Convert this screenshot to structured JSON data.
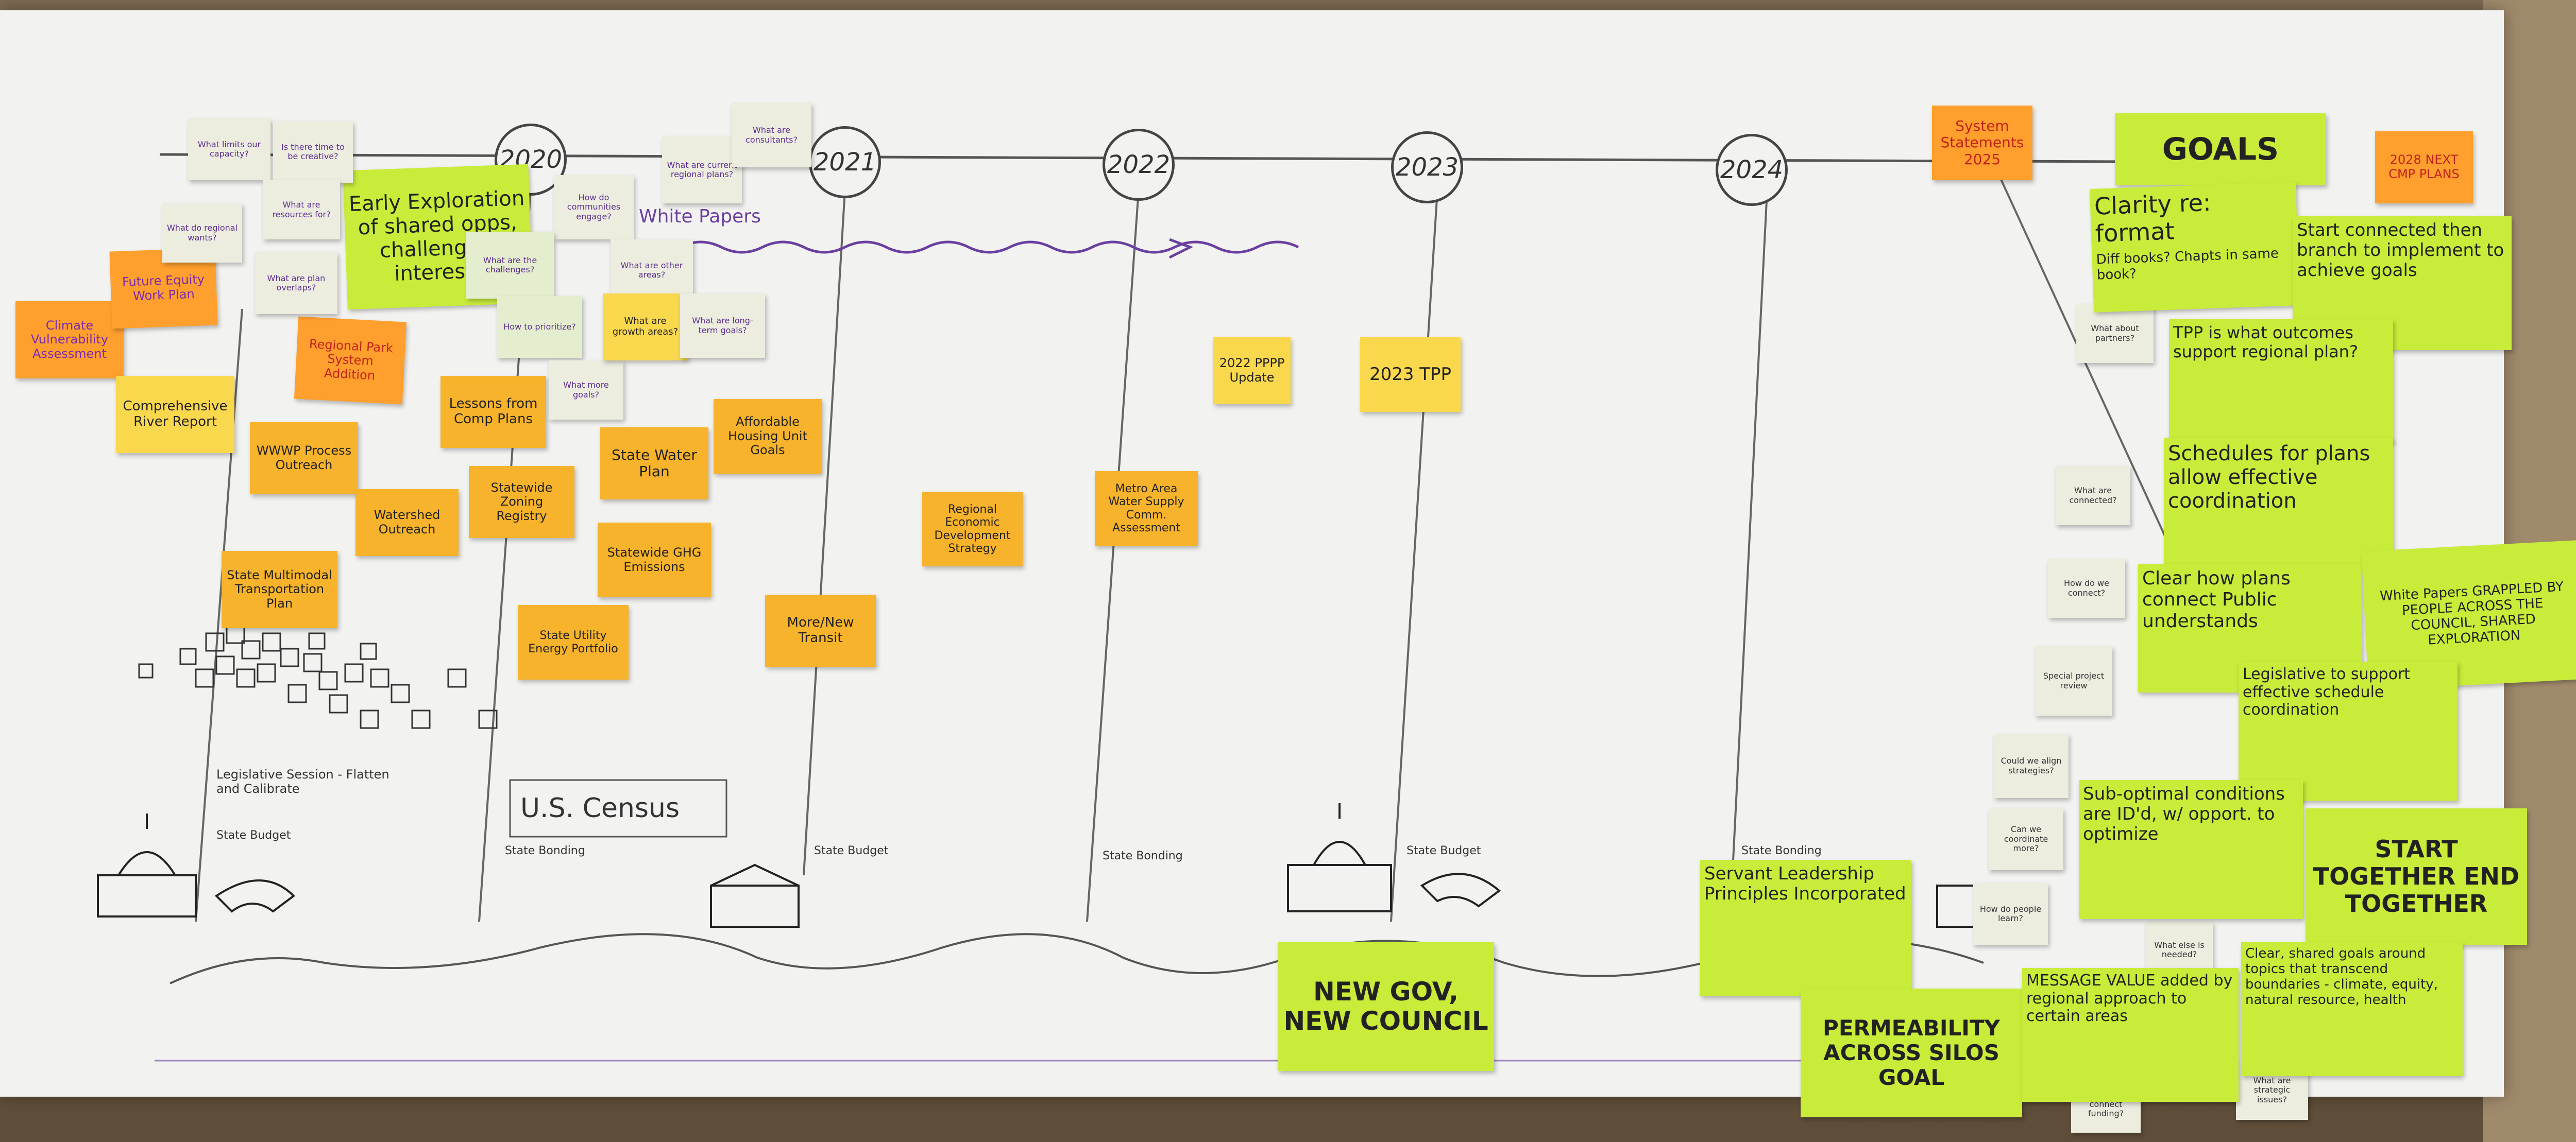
{
  "years": [
    "2020",
    "2021",
    "2022",
    "2023",
    "2024"
  ],
  "goals_title": "GOALS",
  "timeline_labels": {
    "white_papers": "White Papers",
    "us_census": "U.S. Census",
    "legislative": "Legislative Session - Flatten and Calibrate",
    "state_budget_1": "State Budget",
    "state_bonding_1": "State Bonding",
    "state_budget_2": "State Budget",
    "state_bonding_2": "State Bonding",
    "state_budget_3": "State Budget",
    "state_bonding_3": "State Bonding"
  },
  "notes": {
    "early_exploration": "Early Exploration of shared opps, challenges, interests",
    "system_statements": "System Statements 2025",
    "next_cmp": "2028 NEXT CMP PLANS",
    "clarity": "Clarity re: format",
    "clarity_sub": "Diff books? Chapts in same book?",
    "start_connected": "Start connected then branch to implement to achieve goals",
    "tpp_is": "TPP is what outcomes support regional plan?",
    "schedules": "Schedules for plans allow effective coordination",
    "clear_how": "Clear how plans connect Public understands",
    "white_papers_grappled": "White Papers GRAPPLED BY PEOPLE ACROSS THE COUNCIL, SHARED EXPLORATION",
    "legislative_support": "Legislative to support effective schedule coordination",
    "sub_optimal": "Sub-optimal conditions are ID'd, w/ opport. to optimize",
    "start_together": "START TOGETHER END TOGETHER",
    "servant_leadership": "Servant Leadership Principles Incorporated",
    "new_gov": "NEW GOV, NEW COUNCIL",
    "permeability": "PERMEABILITY ACROSS SILOS GOAL",
    "message_value": "MESSAGE VALUE added by regional approach to certain areas",
    "clear_shared": "Clear, shared goals around topics that transcend boundaries - climate, equity, natural resource, health",
    "climate_vuln": "Climate Vulnerability Assessment",
    "future_equity": "Future Equity Work Plan",
    "comprehensive_river": "Comprehensive River Report",
    "regional_park": "Regional Park System Addition",
    "wwwp_process": "WWWP Process Outreach",
    "watershed_outreach": "Watershed Outreach",
    "lessons_comp": "Lessons from Comp Plans",
    "statewide_zoning": "Statewide Zoning Registry",
    "state_multimodal": "State Multimodal Transportation Plan",
    "state_water": "State Water Plan",
    "affordable_housing": "Affordable Housing Unit Goals",
    "statewide_ghg": "Statewide GHG Emissions",
    "state_utility": "State Utility Energy Portfolio",
    "more_new_transit": "More/New Transit",
    "regional_economic": "Regional Economic Development Strategy",
    "metro_water_supply": "Metro Area Water Supply Comm. Assessment",
    "pppp_2022": "2022 PPPP Update",
    "tpp_2023": "2023 TPP"
  },
  "questions": [
    "What limits our capacity?",
    "Is there time to be creative?",
    "What do regional wants?",
    "What are resources for?",
    "What are plan overlaps?",
    "How do communities engage?",
    "What are the challenges?",
    "What are other areas?",
    "What are current regional plans?",
    "What are consultants?",
    "How to prioritize?",
    "What more goals?",
    "What are growth areas?",
    "What are long-term goals?",
    "What about partners?",
    "What are connected?",
    "How do we connect?",
    "Special project review",
    "Could we align strategies?",
    "Can we coordinate more?",
    "How do people learn?",
    "What else is needed?",
    "What are strategic issues?",
    "How do we connect funding?"
  ]
}
